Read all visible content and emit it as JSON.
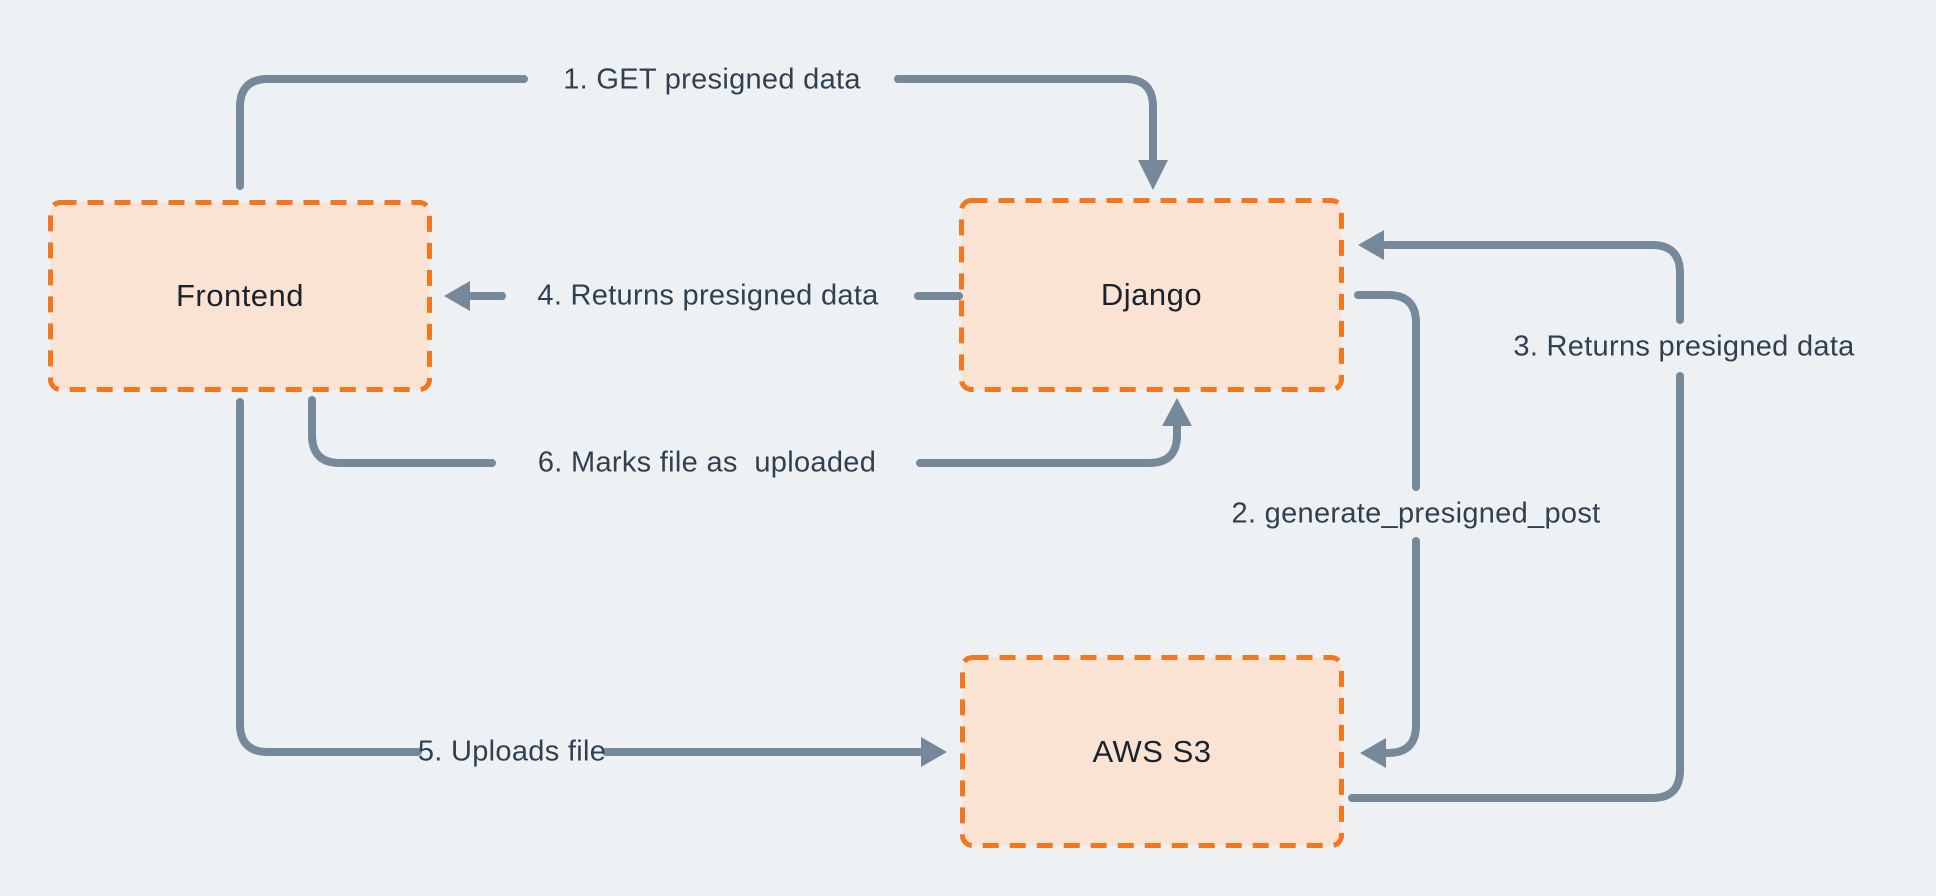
{
  "diagram": {
    "description": "File upload flow between Frontend, Django and AWS S3 using presigned data",
    "colors": {
      "background": "#edf1f4",
      "arrow": "#76899a",
      "edge_label_text": "#2f4150",
      "node_fill": "#fbe3d3",
      "node_border": "#f2771f",
      "node_text": "#18232e"
    },
    "nodes": [
      {
        "id": "frontend",
        "label": "Frontend"
      },
      {
        "id": "django",
        "label": "Django"
      },
      {
        "id": "aws-s3",
        "label": "AWS S3"
      }
    ],
    "edges": [
      {
        "id": "1",
        "label": "1. GET presigned data",
        "from": "Frontend",
        "to": "Django"
      },
      {
        "id": "2",
        "label": "2. generate_presigned_post",
        "from": "Django",
        "to": "AWS S3"
      },
      {
        "id": "3",
        "label": "3. Returns presigned data",
        "from": "AWS S3",
        "to": "Django"
      },
      {
        "id": "4",
        "label": "4. Returns presigned data",
        "from": "Django",
        "to": "Frontend"
      },
      {
        "id": "5",
        "label": "5. Uploads file",
        "from": "Frontend",
        "to": "AWS S3"
      },
      {
        "id": "6",
        "label": "6. Marks file as  uploaded",
        "from": "Frontend",
        "to": "Django"
      }
    ]
  }
}
